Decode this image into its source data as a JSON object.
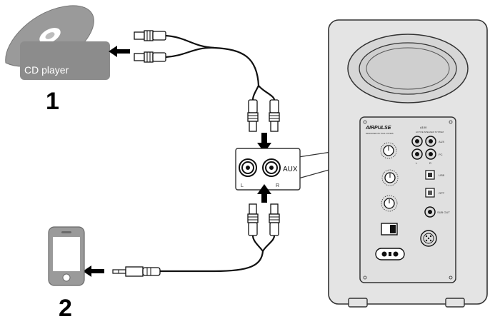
{
  "cd_player": {
    "label": "CD player"
  },
  "steps": {
    "one": "1",
    "two": "2"
  },
  "aux_panel": {
    "label": "AUX",
    "left": "L",
    "right": "R"
  },
  "speaker": {
    "brand": "AIRPULSE",
    "model": "A100",
    "tagline": "DESIGNED BY PHIL JONES",
    "subtitle": "ACTIVE SPEAKER SYSTEM",
    "aux_label": "AUX",
    "pc_label": "PC",
    "left_label": "L",
    "right_label": "R",
    "usb_label": "USB",
    "opt_label": "OPT",
    "sub_out_label": "SUB OUT"
  },
  "colors": {
    "device_gray": "#8c8c8c",
    "speaker_body": "#e4e4e4",
    "outline": "#333333",
    "cable": "#111111"
  }
}
